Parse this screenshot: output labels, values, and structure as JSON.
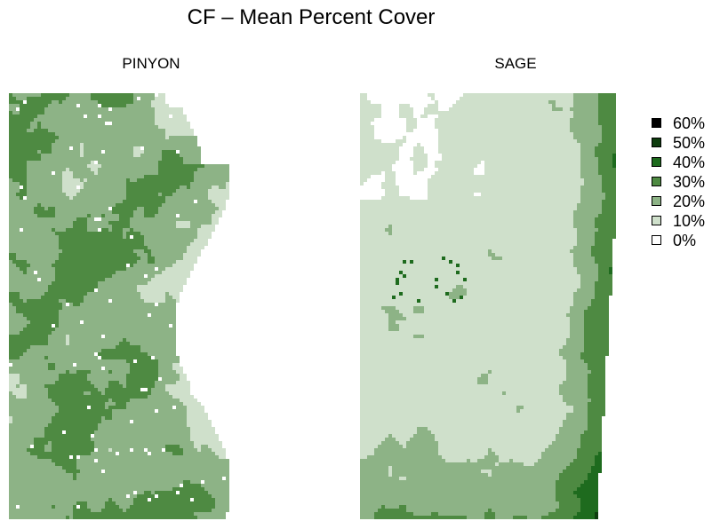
{
  "title": "CF – Mean Percent Cover",
  "panels": [
    {
      "name": "PINYON"
    },
    {
      "name": "SAGE"
    }
  ],
  "legend": [
    {
      "label": "60%",
      "value": 60,
      "color": "#000000"
    },
    {
      "label": "50%",
      "value": 50,
      "color": "#0f3d0f"
    },
    {
      "label": "40%",
      "value": 40,
      "color": "#1e6b1e"
    },
    {
      "label": "30%",
      "value": 30,
      "color": "#4e8a42"
    },
    {
      "label": "20%",
      "value": 20,
      "color": "#8db386"
    },
    {
      "label": "10%",
      "value": 10,
      "color": "#cfe0cb"
    },
    {
      "label": "0%",
      "value": 0,
      "color": "#ffffff"
    }
  ]
}
